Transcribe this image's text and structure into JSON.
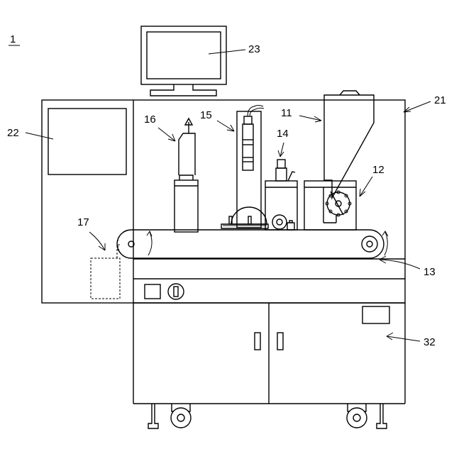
{
  "figure_number": "1",
  "labels": {
    "l11": "11",
    "l12": "12",
    "l13": "13",
    "l14": "14",
    "l15": "15",
    "l16": "16",
    "l17": "17",
    "l21": "21",
    "l22": "22",
    "l23": "23",
    "l32": "32"
  }
}
